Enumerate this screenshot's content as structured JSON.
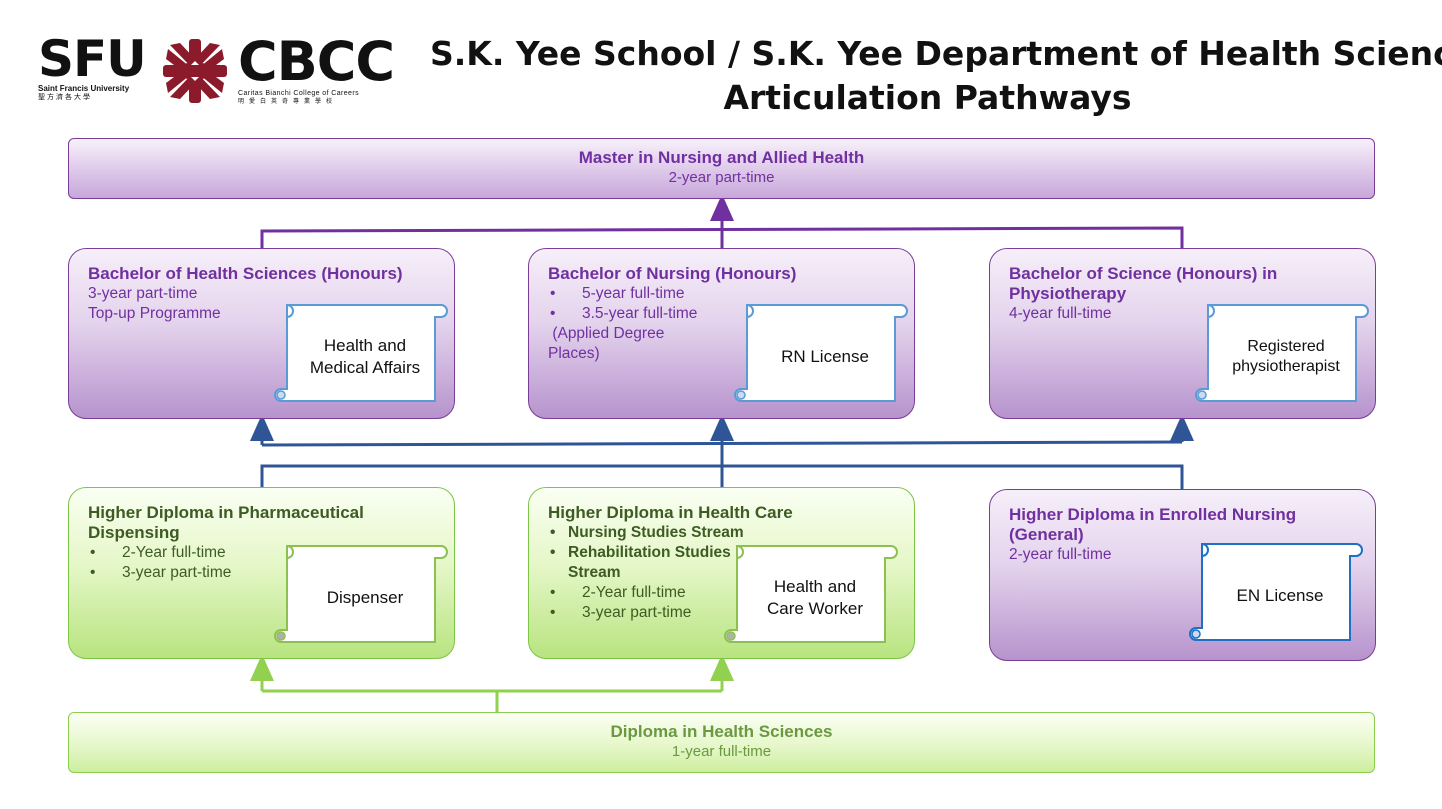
{
  "header": {
    "logo_sfu": {
      "letters": "SFU",
      "subtitle": "Saint Francis University",
      "chinese": "聖方濟各大學"
    },
    "logo_cbcc": {
      "letters": "CBCC",
      "subtitle": "Caritas Bianchi College of Careers",
      "chinese": "明愛白英奇專業學校"
    },
    "title_line1": "S.K. Yee School / S.K. Yee Department of Health Sciences",
    "title_line2": "Articulation Pathways"
  },
  "master": {
    "title": "Master in Nursing and Allied Health",
    "subtitle": "2-year part-time"
  },
  "bachelor_health": {
    "title": "Bachelor of Health Sciences (Honours)",
    "line1": "3-year part-time",
    "line2": "Top-up Programme",
    "scroll": "Health and Medical Affairs"
  },
  "bachelor_nursing": {
    "title": "Bachelor of Nursing (Honours)",
    "bullets": [
      "5-year full-time",
      "3.5-year full-time"
    ],
    "note": " (Applied Degree Places)",
    "scroll": "RN License"
  },
  "bachelor_physio": {
    "title": "Bachelor of Science (Honours) in Physiotherapy",
    "line1": "4-year full-time",
    "scroll": "Registered physiotherapist"
  },
  "hd_pharma": {
    "title": "Higher Diploma in Pharmaceutical Dispensing",
    "bullets": [
      "2-Year full-time",
      "3-year part-time"
    ],
    "scroll": "Dispenser"
  },
  "hd_healthcare": {
    "title": "Higher Diploma in Health Care",
    "streams": [
      "Nursing Studies Stream",
      "Rehabilitation Studies Stream"
    ],
    "bullets": [
      "2-Year full-time",
      "3-year part-time"
    ],
    "scroll": "Health and Care Worker"
  },
  "hd_enrolled": {
    "title": "Higher Diploma in Enrolled Nursing (General)",
    "line1": "2-year full-time",
    "scroll": "EN License"
  },
  "diploma": {
    "title": "Diploma in Health Sciences",
    "subtitle": "1-year full-time"
  },
  "colors": {
    "purple_text": "#7030a0",
    "green_text": "#3d5b22",
    "purple_arrow": "#7030a0",
    "blue_arrow": "#2f5597",
    "green_arrow": "#92d050",
    "scroll_blue": "#5b9bd5",
    "scroll_green": "#8cc152",
    "scroll_navy": "#1f6fc5"
  }
}
